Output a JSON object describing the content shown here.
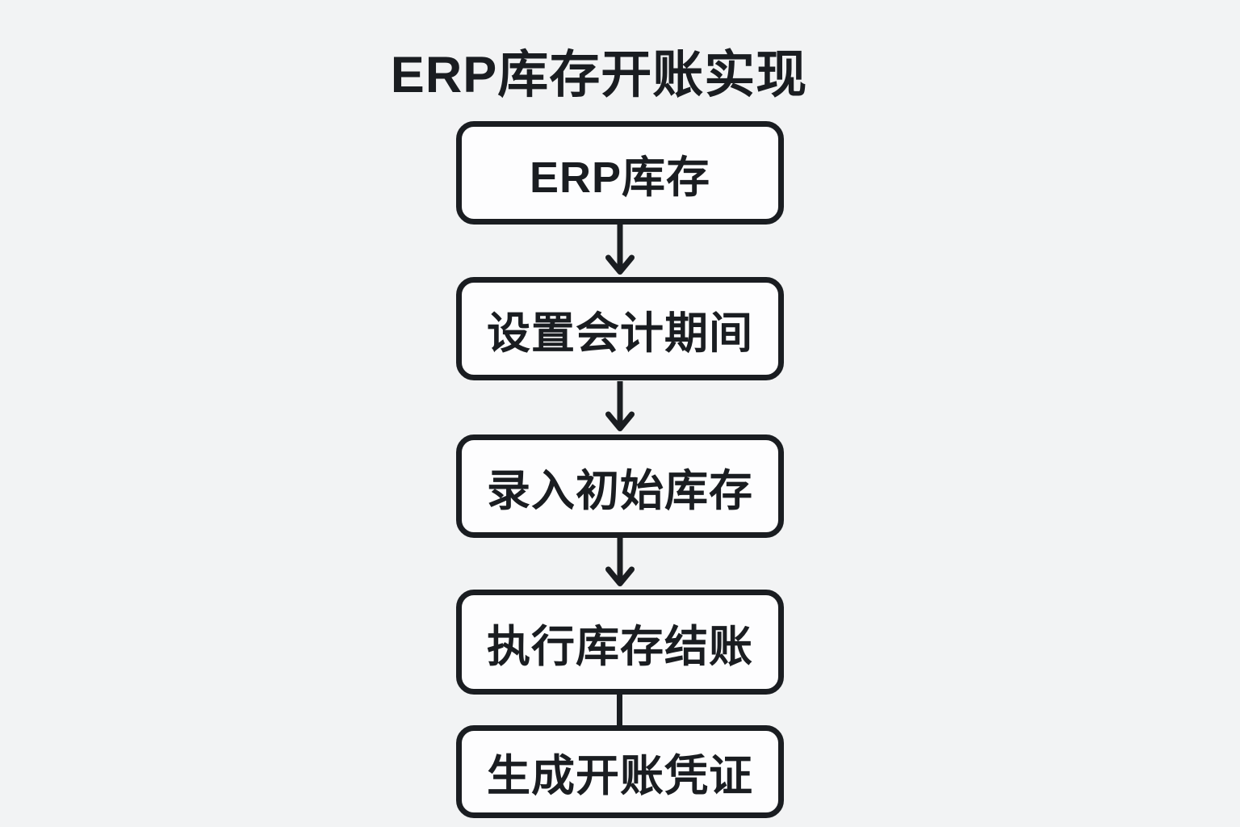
{
  "title": "ERP库存开账实现",
  "flowchart": {
    "nodes": [
      {
        "label": "ERP库存"
      },
      {
        "label": "设置会计期间"
      },
      {
        "label": "录入初始库存"
      },
      {
        "label": "执行库存结账"
      },
      {
        "label": "生成开账凭证"
      }
    ],
    "connectors": [
      {
        "from": "ERP库存",
        "to": "设置会计期间",
        "type": "arrow"
      },
      {
        "from": "设置会计期间",
        "to": "录入初始库存",
        "type": "arrow"
      },
      {
        "from": "录入初始库存",
        "to": "执行库存结账",
        "type": "arrow"
      },
      {
        "from": "执行库存结账",
        "to": "生成开账凭证",
        "type": "line"
      }
    ]
  },
  "colors": {
    "background": "#f2f3f4",
    "node_fill": "#fdfdfe",
    "stroke": "#1a1d21",
    "text": "#1a1d21"
  }
}
